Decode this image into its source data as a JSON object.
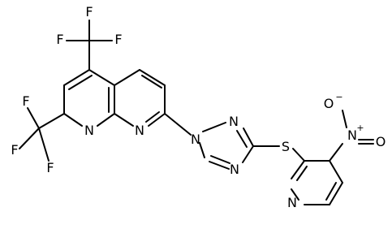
{
  "atoms": {
    "f1": "F",
    "f2": "F",
    "f3": "F",
    "f4": "F",
    "f5": "F",
    "f6": "F",
    "n_ring_left": "N",
    "n_ring_right": "N",
    "n_triazole_1": "N",
    "n_triazole_2": "N",
    "n_triazole_4": "N",
    "s_thioether": "S",
    "n_nitro": "N",
    "nitro_plus": "+",
    "o_nitro_1": "O",
    "o_nitro_minus": "−",
    "o_nitro_2": "O",
    "n_pyridine": "N"
  }
}
